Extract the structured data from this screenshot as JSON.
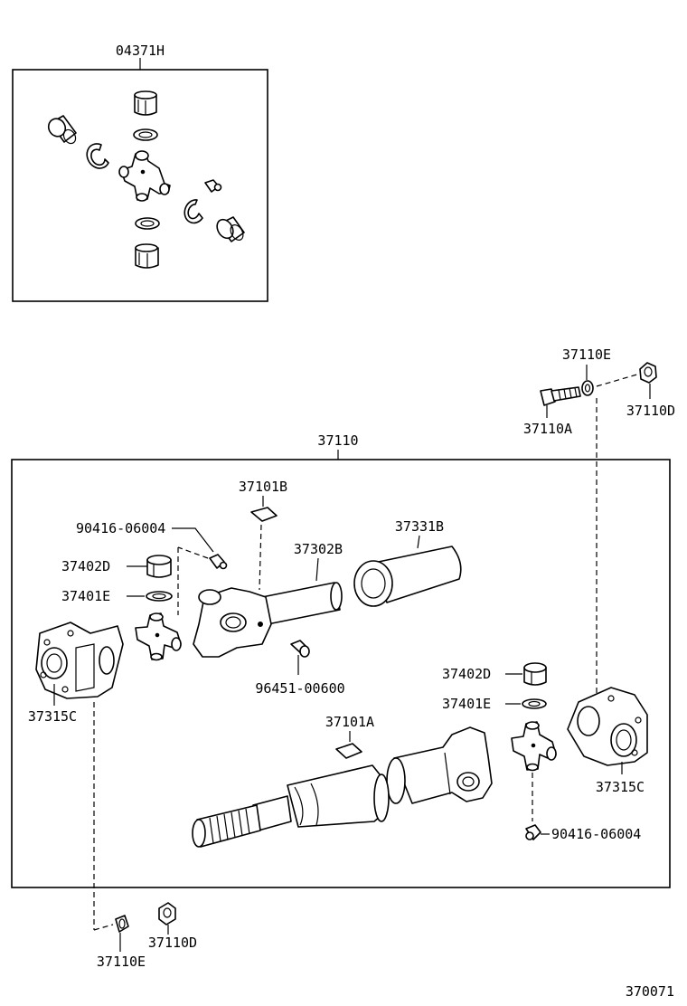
{
  "labels": {
    "kit_04371H": "04371H",
    "assy_37110": "37110",
    "p_37110E_top": "37110E",
    "p_37110A": "37110A",
    "p_37110D_top": "37110D",
    "p_37101B": "37101B",
    "p_90416_06004_left": "90416-06004",
    "p_37331B": "37331B",
    "p_37302B": "37302B",
    "p_37402D_left": "37402D",
    "p_37401E_left": "37401E",
    "p_96451_00600": "96451-00600",
    "p_37315C_left": "37315C",
    "p_37402D_right": "37402D",
    "p_37401E_right": "37401E",
    "p_37101A": "37101A",
    "p_37315C_right": "37315C",
    "p_90416_06004_right": "90416-06004",
    "p_37110D_bottom": "37110D",
    "p_37110E_bottom": "37110E",
    "figure_number": "370071"
  }
}
